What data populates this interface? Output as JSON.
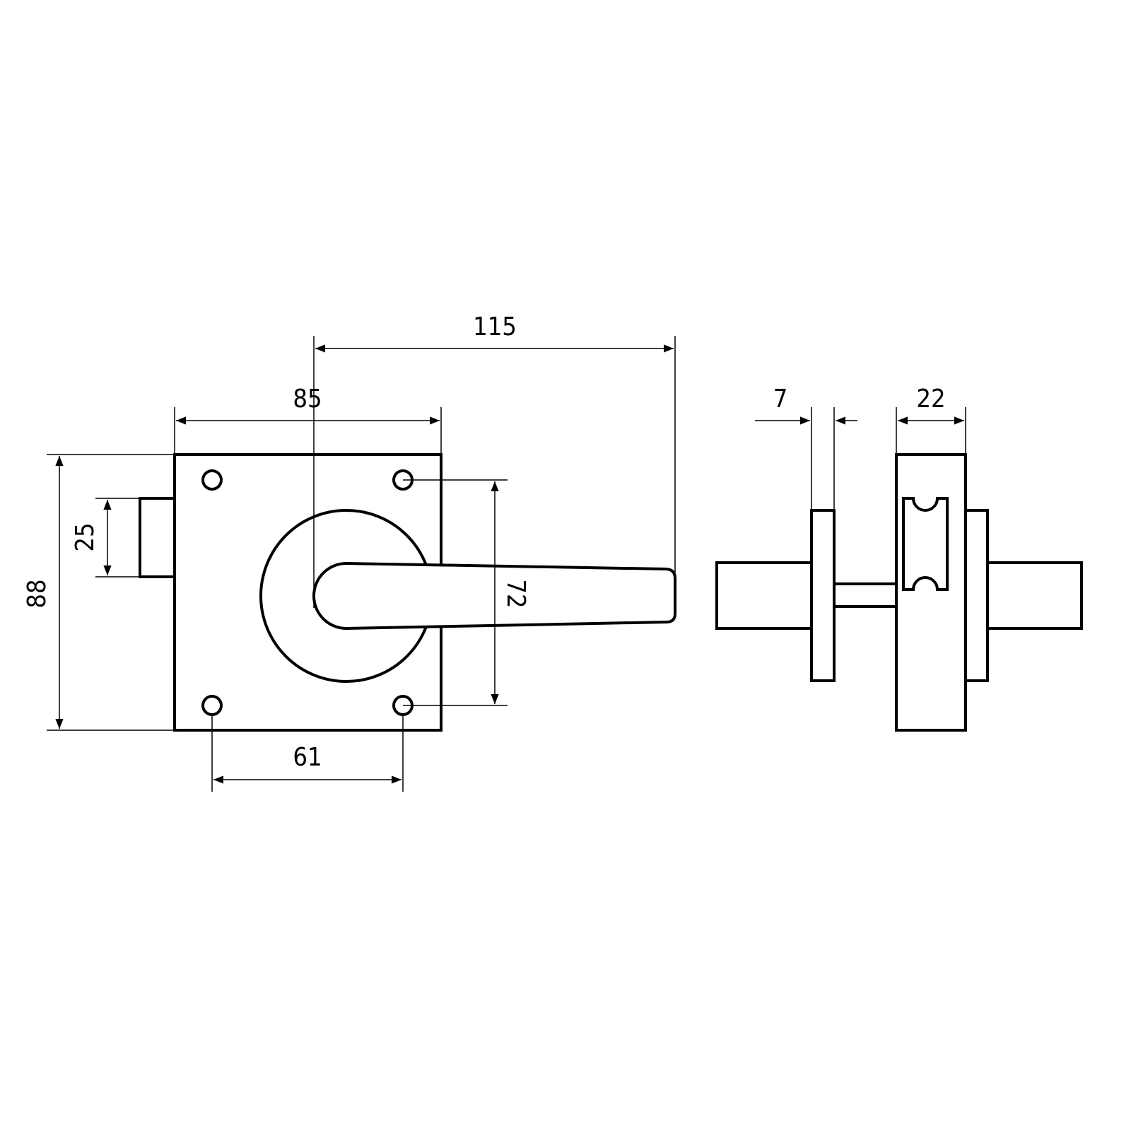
{
  "drawing": {
    "title": "Lever handle with square rose and privacy bolt - dimensioned drawing",
    "units": "mm",
    "line_color": "#000000",
    "background_color": "#ffffff",
    "front_view": {
      "dim_handle_length": "115",
      "dim_plate_width": "85",
      "dim_plate_height": "88",
      "dim_bolt_height": "25",
      "dim_hole_vertical_spacing": "72",
      "dim_hole_horizontal_spacing": "61"
    },
    "side_view": {
      "dim_rose_thickness": "7",
      "dim_body_thickness": "22"
    }
  }
}
